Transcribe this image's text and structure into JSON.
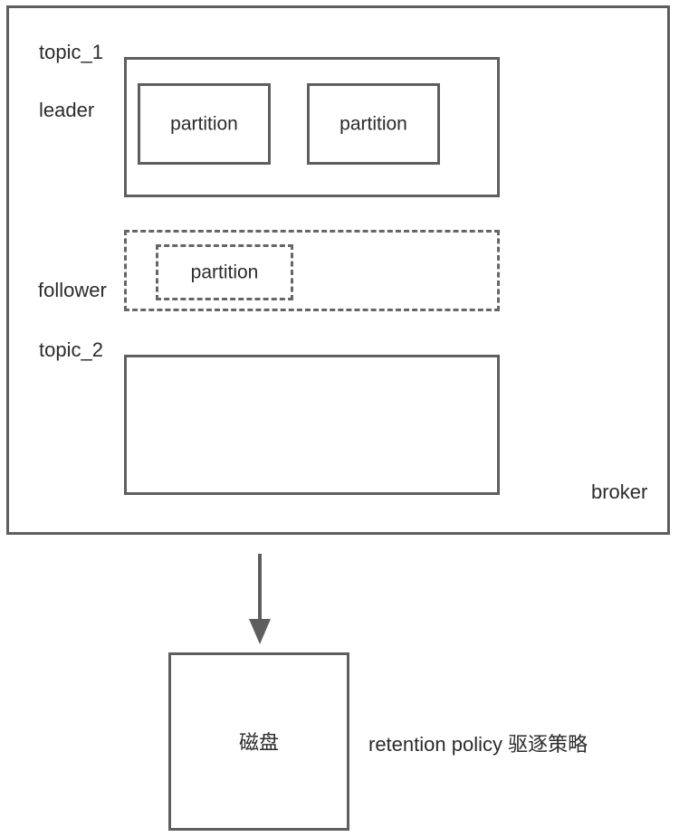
{
  "diagram": {
    "title_note": "kafka broker storage diagram",
    "broker": {
      "label": "broker",
      "topics": [
        {
          "name_label": "topic_1",
          "role_labels": {
            "leader": "leader",
            "follower": "follower"
          },
          "leader_partitions": [
            {
              "label": "partition"
            },
            {
              "label": "partition"
            }
          ],
          "follower_partitions": [
            {
              "label": "partition"
            }
          ]
        },
        {
          "name_label": "topic_2",
          "leader_partitions": [],
          "follower_partitions": []
        }
      ]
    },
    "storage": {
      "disk_label": "磁盘",
      "policy_label": "retention policy 驱逐策略"
    },
    "connector": {
      "name": "down-arrow",
      "from": "broker",
      "to": "disk"
    },
    "colors": {
      "stroke": "#5e5e5e",
      "dashed_stroke": "#666666",
      "text": "#2b2b2b",
      "background": "#ffffff"
    }
  }
}
